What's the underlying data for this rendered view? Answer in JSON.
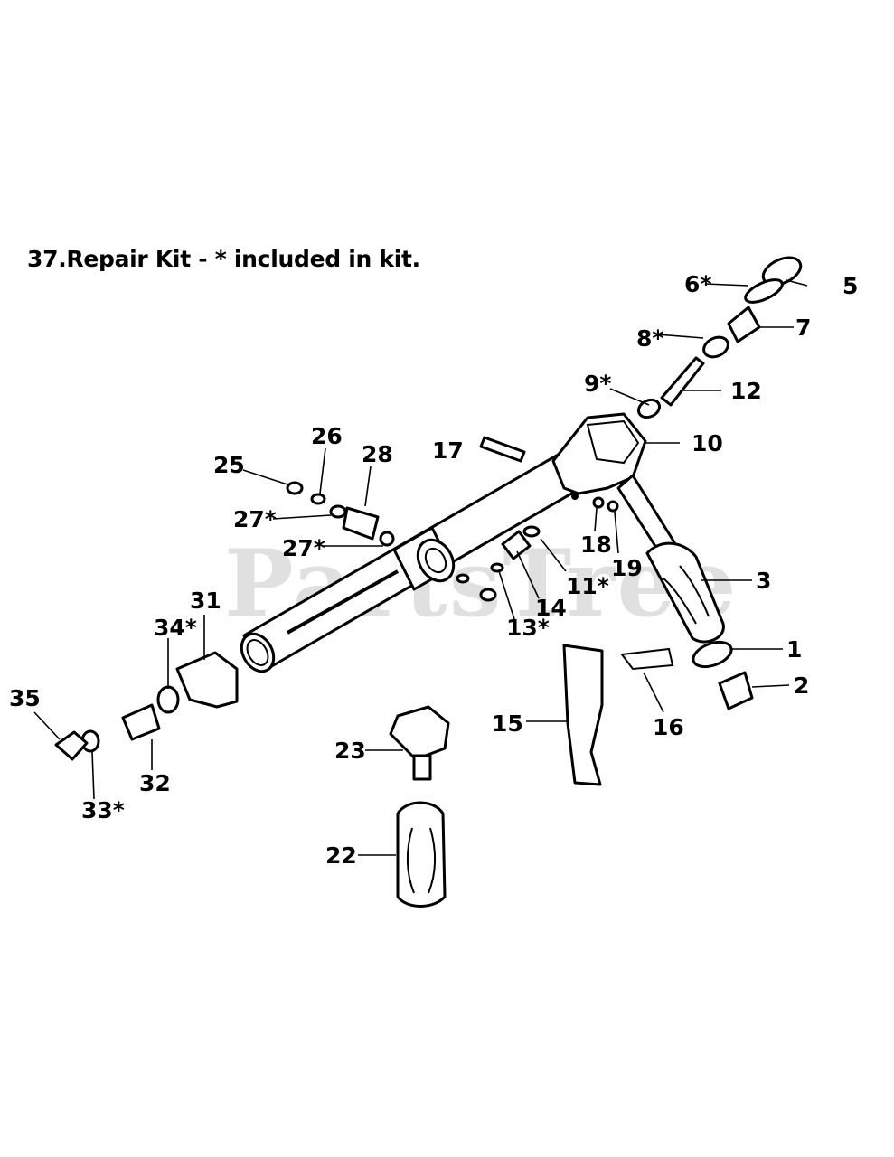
{
  "title": "37.Repair Kit - * included in kit.",
  "watermark": "PartsTree",
  "callouts": {
    "c1": "1",
    "c2": "2",
    "c3": "3",
    "c5": "5",
    "c6": "6*",
    "c7": "7",
    "c8": "8*",
    "c9": "9*",
    "c10": "10",
    "c11": "11*",
    "c12": "12",
    "c13": "13*",
    "c14": "14",
    "c15": "15",
    "c16": "16",
    "c17": "17",
    "c18": "18",
    "c19": "19",
    "c22": "22",
    "c23": "23",
    "c25": "25",
    "c26": "26",
    "c27a": "27*",
    "c27b": "27*",
    "c28": "28",
    "c31": "31",
    "c32": "32",
    "c33": "33*",
    "c34": "34*",
    "c35": "35"
  }
}
